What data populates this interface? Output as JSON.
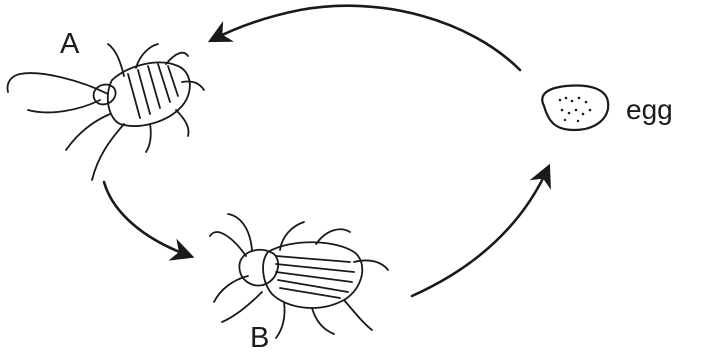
{
  "labels": {
    "stage_a": "A",
    "stage_b": "B",
    "egg": "egg"
  },
  "colors": {
    "ink": "#1a1a1a",
    "background": "#ffffff"
  },
  "icons": {
    "nymph": "cockroach-nymph-icon",
    "adult": "cockroach-adult-icon",
    "egg": "egg-capsule-icon"
  }
}
